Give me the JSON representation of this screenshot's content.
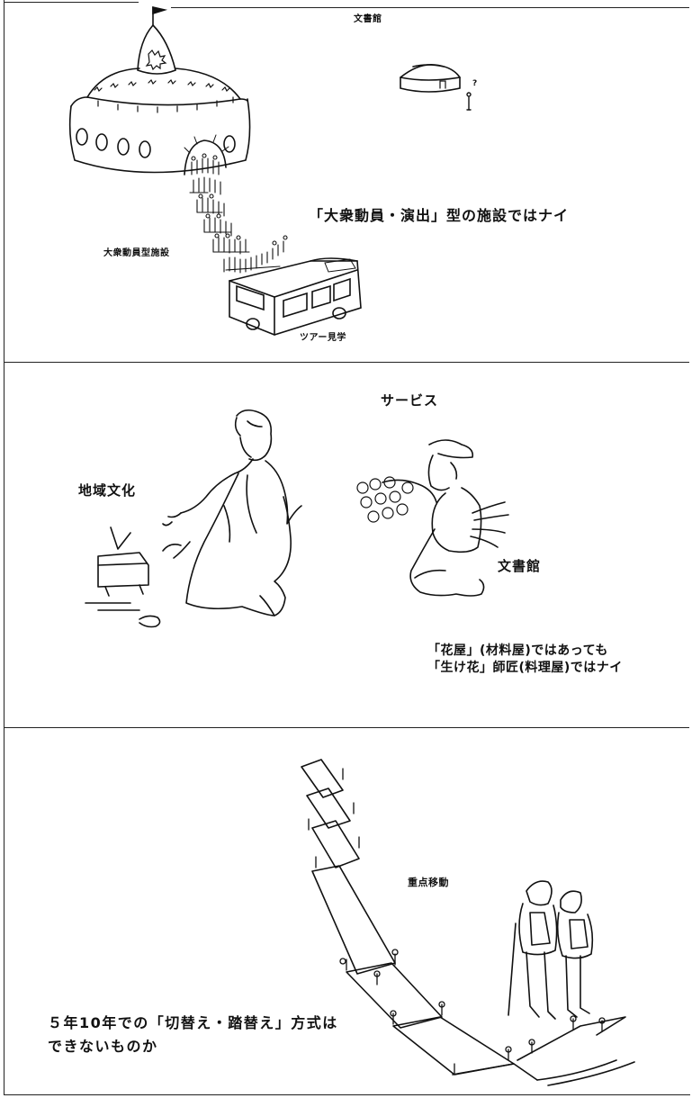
{
  "panel1": {
    "label_archive": "文書館",
    "label_question": "?",
    "caption": "「大衆動員・演出」型の施設ではナイ",
    "label_facility": "大衆動員型施設",
    "label_tour": "ツアー見学"
  },
  "panel2": {
    "label_service": "サービス",
    "label_regional_culture": "地域文化",
    "label_archive": "文書館",
    "caption_line1": "「花屋」(材料屋)ではあっても",
    "caption_line2": "「生け花」師匠(料理屋)ではナイ"
  },
  "panel3": {
    "label_priority_move": "重点移動",
    "caption_line1": "５年10年での「切替え・踏替え」方式は",
    "caption_line2": "できないものか"
  }
}
